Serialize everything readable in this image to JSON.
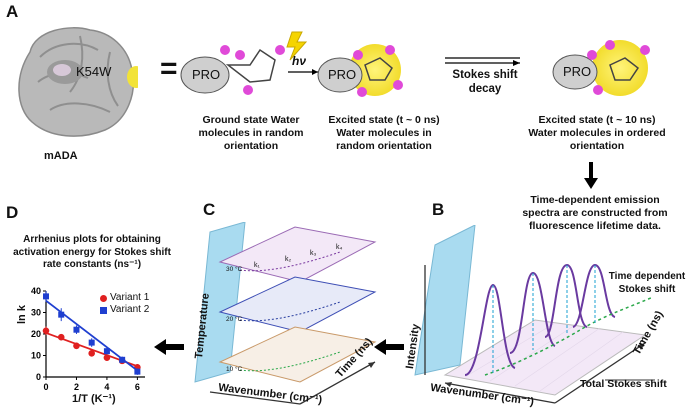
{
  "panels": {
    "A": "A",
    "B": "B",
    "C": "C",
    "D": "D"
  },
  "protein": {
    "name": "mADA",
    "residue": "K54W"
  },
  "equals": "=",
  "hv": "hν",
  "pro": "PRO",
  "decay_label": "Stokes shift decay",
  "states": {
    "ground": "Ground state Water molecules in random orientation",
    "excited0": "Excited state (t ~ 0 ns) Water molecules in random orientation",
    "excited10": "Excited state (t ~ 10 ns) Water molecules in ordered orientation"
  },
  "spectra_text": "Time-dependent emission spectra are constructed from fluorescence lifetime data.",
  "panel_b": {
    "y_label": "Intensity",
    "x_label": "Wavenumber (cm⁻¹)",
    "z_label": "Time (ns)",
    "time_dependent": "Time dependent Stokes shift",
    "total": "Total Stokes shift"
  },
  "panel_c": {
    "y_label": "Temperature",
    "x_label": "Wavenumber (cm⁻¹)",
    "z_label": "Time (ns)",
    "temps": [
      "30 °C",
      "20 °C",
      "10 °C"
    ],
    "k_labels": [
      "k₁",
      "k₂",
      "k₃",
      "k₄"
    ]
  },
  "panel_d": {
    "title": "Arrhenius plots for obtaining activation energy for Stokes shift rate constants (ns⁻¹)",
    "xlabel": "1/T (K⁻¹)",
    "ylabel": "ln k",
    "legend": [
      "Variant 1",
      "Variant 2"
    ]
  },
  "chart_data": {
    "type": "scatter",
    "title": "Arrhenius plots for obtaining activation energy for Stokes shift rate constants (ns⁻¹)",
    "xlabel": "1/T (K⁻¹)",
    "ylabel": "ln k",
    "xlim": [
      0,
      6.5
    ],
    "ylim": [
      0,
      40
    ],
    "x_ticks": [
      0,
      2,
      4,
      6
    ],
    "y_ticks": [
      0,
      10,
      20,
      30,
      40
    ],
    "legend_position": "top-right",
    "series": [
      {
        "name": "Variant 1",
        "color": "#e02020",
        "x": [
          0,
          1,
          2,
          3,
          4,
          5,
          6
        ],
        "y": [
          21.5,
          18.5,
          14.5,
          11,
          9,
          7.5,
          4.5
        ],
        "err": [
          2,
          1.5,
          1.5,
          1.5,
          1.5,
          1,
          1.5
        ],
        "fit": [
          [
            0,
            20.5
          ],
          [
            6,
            5
          ]
        ]
      },
      {
        "name": "Variant 2",
        "color": "#1f3fd0",
        "x": [
          0,
          1,
          2,
          3,
          4,
          5,
          6
        ],
        "y": [
          37.5,
          29,
          22,
          16,
          12,
          8,
          2.5
        ],
        "err": [
          2.5,
          3,
          2,
          2,
          1.5,
          1.5,
          1.5
        ],
        "fit": [
          [
            0,
            35.5
          ],
          [
            6,
            3
          ]
        ]
      }
    ]
  }
}
